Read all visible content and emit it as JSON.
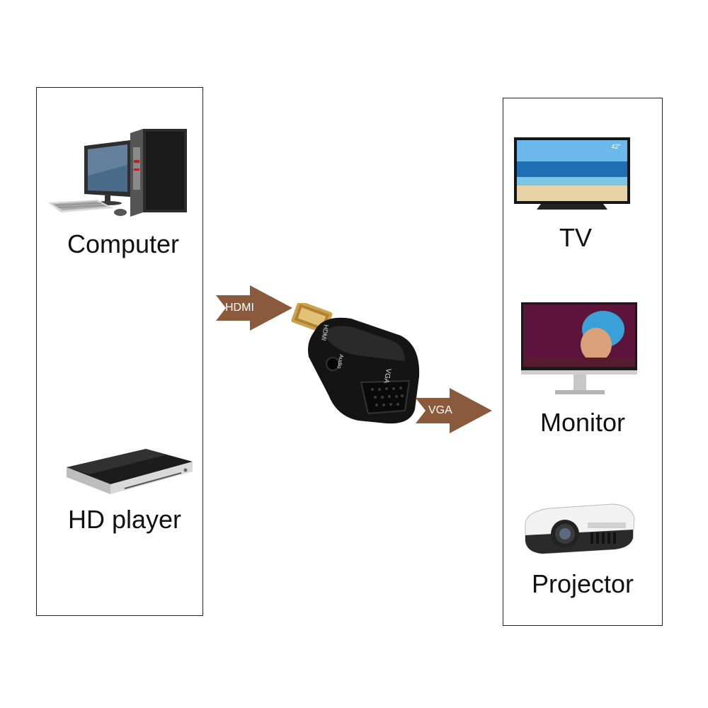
{
  "sources": {
    "computer_label": "Computer",
    "hd_player_label": "HD player"
  },
  "adapter": {
    "hdmi_arrow_label": "HDMI",
    "vga_arrow_label": "VGA",
    "hdmi_port_marking": "HDMI",
    "audio_port_marking": "Audio",
    "vga_port_marking": "VGA",
    "tv_size_badge": "42\""
  },
  "displays": {
    "tv_label": "TV",
    "monitor_label": "Monitor",
    "projector_label": "Projector"
  },
  "colors": {
    "arrow": "#8b5a3c",
    "panel_border": "#222222",
    "adapter_body": "#141414"
  }
}
